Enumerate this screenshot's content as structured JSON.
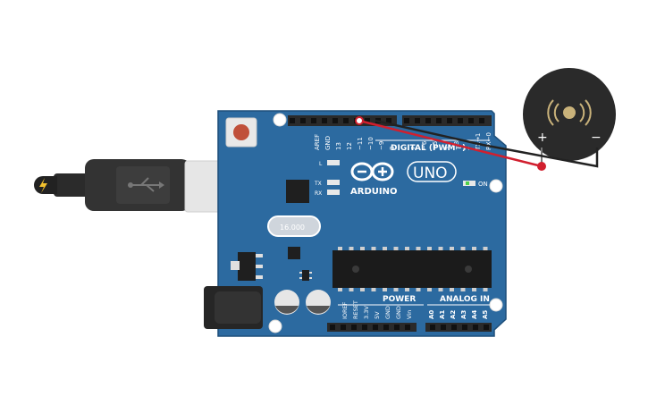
{
  "board": {
    "brand": "ARDUINO",
    "model": "UNO",
    "on_label": "ON",
    "l_label": "L",
    "tx_label": "TX",
    "rx_label": "RX",
    "digital_label": "DIGITAL (PWM~)",
    "power_label": "POWER",
    "analog_label": "ANALOG IN",
    "digital_pins": [
      "AREF",
      "GND",
      "13",
      "12",
      "~11",
      "~10",
      "~9",
      "8",
      "7",
      "~6",
      "~5",
      "4",
      "~3",
      "2",
      "TX→1",
      "RX←0"
    ],
    "power_pins": [
      "IOREF",
      "RESET",
      "3.3V",
      "5V",
      "GND",
      "GND",
      "Vin"
    ],
    "analog_pins": [
      "A0",
      "A1",
      "A2",
      "A3",
      "A4",
      "A5"
    ],
    "crystal_label": "16.000"
  },
  "buzzer": {
    "plus_label": "+",
    "minus_label": "−"
  },
  "colors": {
    "board": "#2c6aa0",
    "board_dark": "#1f4f7a",
    "wire_red": "#d11f2e",
    "wire_black": "#222222",
    "reset_button": "#c0503a",
    "buzzer": "#2a2a2a",
    "buzzer_center": "#c9b27a"
  }
}
